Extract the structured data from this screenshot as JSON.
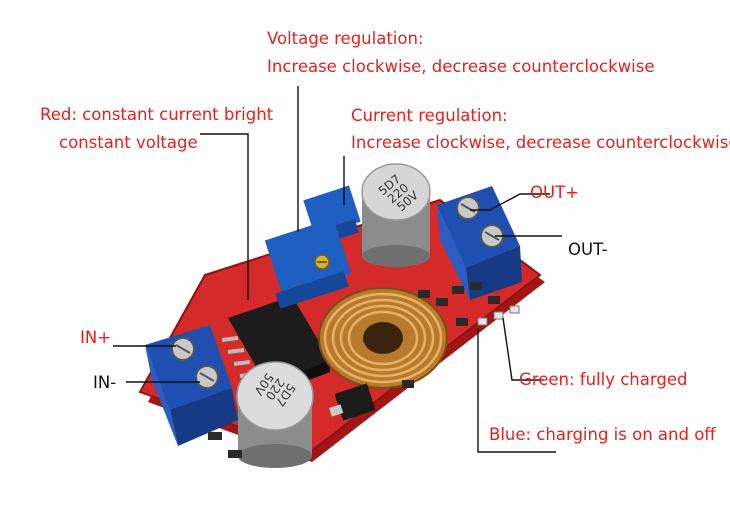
{
  "labels": {
    "voltage_title": "Voltage regulation:",
    "voltage_desc": "Increase clockwise, decrease counterclockwise",
    "current_title": "Current regulation:",
    "current_desc": "Increase clockwise, decrease counterclockwise",
    "red_line1": "Red: constant current bright",
    "red_line2": "constant voltage",
    "out_plus": "OUT+",
    "out_minus": "OUT-",
    "in_plus": "IN+",
    "in_minus": "IN-",
    "green": "Green: fully charged",
    "blue": "Blue: charging is on and off"
  },
  "markings": {
    "cap_right": [
      "5D7",
      "220",
      "50V"
    ],
    "cap_left": [
      "5D7",
      "220",
      "50V"
    ]
  },
  "colors": {
    "label_red": "#e8201c",
    "label_black": "#111111",
    "pcb_red": "#d42a2a",
    "terminal_blue": "#1f4fb0",
    "coil_copper": "#c8893a"
  }
}
